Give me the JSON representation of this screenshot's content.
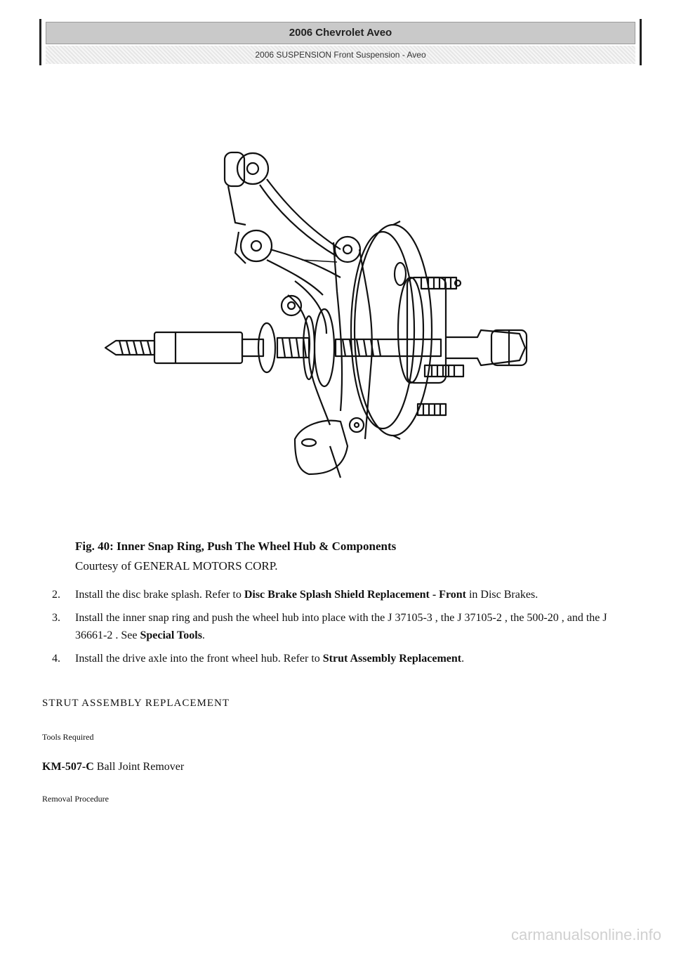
{
  "header": {
    "title": "2006 Chevrolet Aveo",
    "subtitle": "2006 SUSPENSION Front Suspension - Aveo"
  },
  "figure": {
    "caption_title": "Fig. 40: Inner Snap Ring, Push The Wheel Hub & Components",
    "caption_credit": "Courtesy of GENERAL MOTORS CORP."
  },
  "steps": [
    {
      "num": "2.",
      "pre": "Install the disc brake splash. Refer to ",
      "link": "Disc Brake Splash Shield Replacement - Front",
      "post": " in Disc Brakes."
    },
    {
      "num": "3.",
      "pre": "Install the inner snap ring and push the wheel hub into place with the J 37105-3 , the J 37105-2 , the 500-20 , and the J 36661-2 . See ",
      "link": "Special Tools",
      "post": "."
    },
    {
      "num": "4.",
      "pre": "Install the drive axle into the front wheel hub. Refer to ",
      "link": "Strut Assembly Replacement",
      "post": "."
    }
  ],
  "section": {
    "heading": "STRUT ASSEMBLY REPLACEMENT",
    "tools_label": "Tools Required",
    "tool_code": "KM-507-C",
    "tool_name": " Ball Joint Remover",
    "removal_label": "Removal Procedure"
  },
  "watermark": "carmanualsonline.info"
}
